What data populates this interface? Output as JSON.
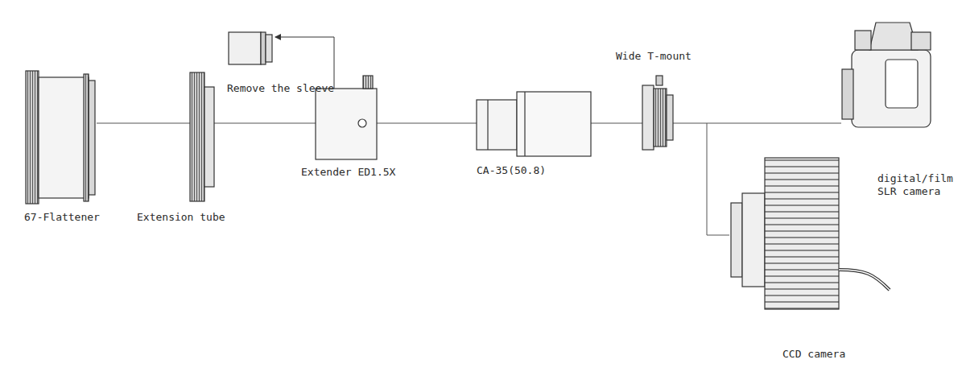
{
  "diagram": {
    "labels": [
      "Remove the sleeve",
      "Wide T-mount",
      "67-Flattener",
      "Extension tube",
      "Extender ED1.5X",
      "CA-35(50.8)",
      "digital/film SLR camera",
      "CCD camera"
    ]
  }
}
